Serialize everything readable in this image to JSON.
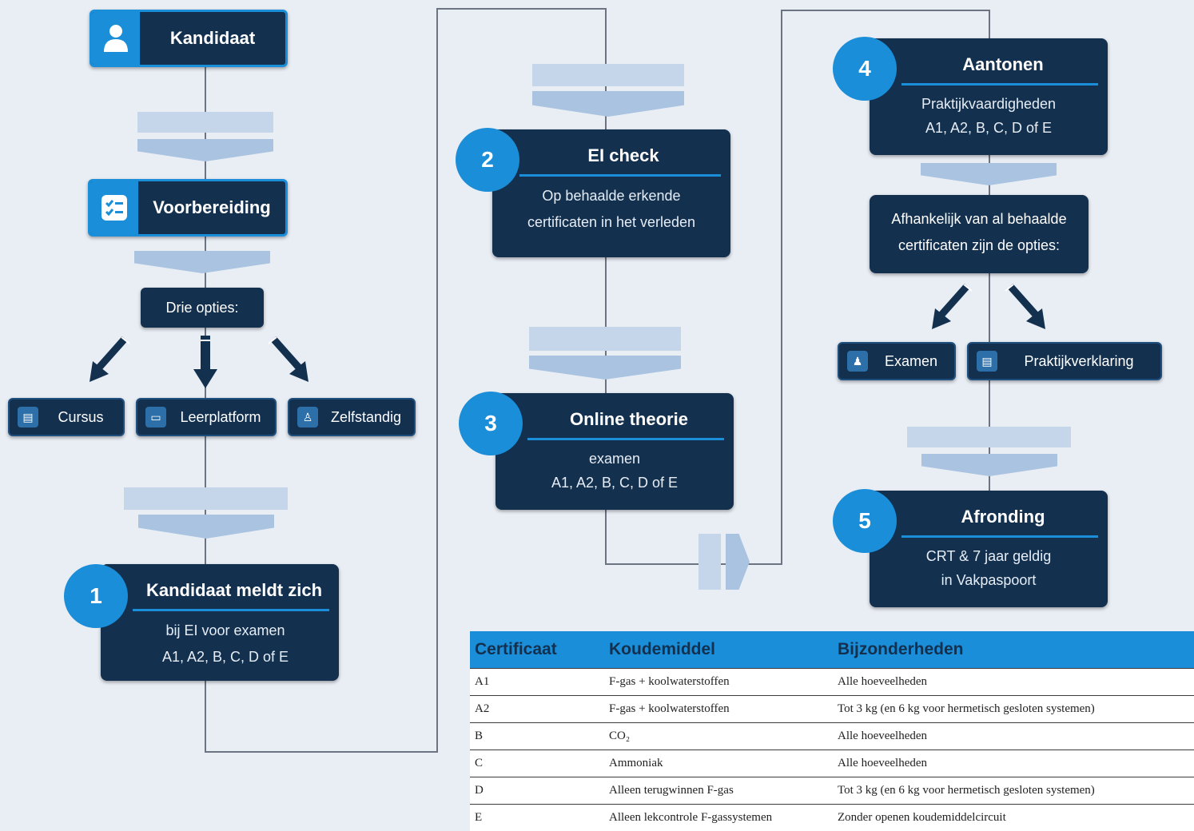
{
  "start": {
    "label": "Kandidaat",
    "icon": "person-icon"
  },
  "prep": {
    "label": "Voorbereiding",
    "icon": "checklist-icon"
  },
  "options_box": "Drie opties:",
  "options": [
    {
      "label": "Cursus",
      "icon": "book-icon"
    },
    {
      "label": "Leerplatform",
      "icon": "monitor-icon"
    },
    {
      "label": "Zelfstandig",
      "icon": "person-study-icon"
    }
  ],
  "steps": [
    {
      "num": "1",
      "title": "Kandidaat meldt zich",
      "line1": "bij EI voor examen",
      "line2": "A1, A2, B, C, D of E"
    },
    {
      "num": "2",
      "title": "EI check",
      "line1": "Op behaalde erkende",
      "line2": "certificaten in het verleden"
    },
    {
      "num": "3",
      "title": "Online theorie",
      "line1": "examen",
      "line2": "A1, A2, B, C, D of E"
    },
    {
      "num": "4",
      "title": "Aantonen",
      "line1": "Praktijkvaardigheden",
      "line2": "A1, A2, B, C, D of E"
    },
    {
      "num": "5",
      "title": "Afronding",
      "line1": "CRT & 7 jaar geldig",
      "line2": "in Vakpaspoort"
    }
  ],
  "depends_box": {
    "line1": "Afhankelijk van al behaalde",
    "line2": "certificaten zijn de opties:"
  },
  "final_options": [
    {
      "label": "Examen",
      "icon": "examiner-icon"
    },
    {
      "label": "Praktijkverklaring",
      "icon": "document-icon"
    }
  ],
  "table": {
    "headers": [
      "Certificaat",
      "Koudemiddel",
      "Bijzonderheden"
    ],
    "rows": [
      [
        "A1",
        "F-gas + koolwaterstoffen",
        "Alle hoeveelheden"
      ],
      [
        "A2",
        "F-gas + koolwaterstoffen",
        "Tot 3 kg (en 6 kg voor hermetisch gesloten systemen)"
      ],
      [
        "B",
        "CO₂",
        "Alle hoeveelheden"
      ],
      [
        "C",
        "Ammoniak",
        "Alle hoeveelheden"
      ],
      [
        "D",
        "Alleen terugwinnen F-gas",
        "Tot 3 kg (en 6 kg voor hermetisch gesloten systemen)"
      ],
      [
        "E",
        "Alleen lekcontrole F-gassystemen",
        "Zonder openen koudemiddelcircuit"
      ]
    ]
  },
  "colors": {
    "navy": "#13304f",
    "accent": "#1a8ed8",
    "background": "#e9eef5"
  }
}
